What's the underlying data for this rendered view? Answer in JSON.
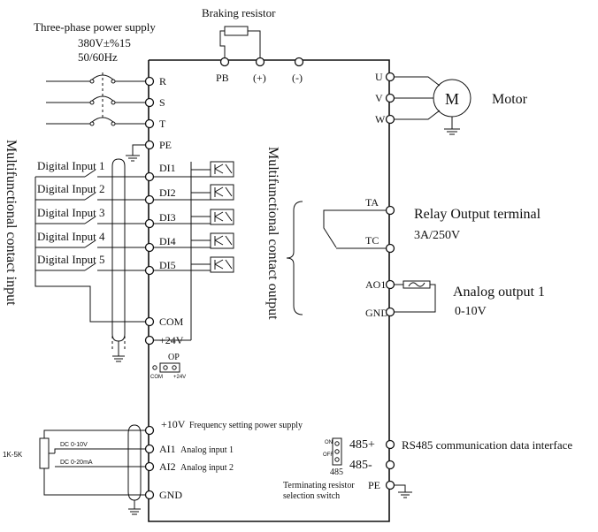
{
  "power": {
    "title": "Three-phase power supply",
    "voltage": "380V±%15",
    "frequency": "50/60Hz"
  },
  "braking": {
    "title": "Braking resistor",
    "pb": "PB",
    "plus": "(+)",
    "minus": "(-)"
  },
  "input_terminals": [
    "R",
    "S",
    "T",
    "PE"
  ],
  "motor": {
    "label": "Motor",
    "symbol": "M",
    "terminals": [
      "U",
      "V",
      "W"
    ]
  },
  "side_labels": {
    "left": "Multifunctional contact input",
    "middle": "Multifunctional contact output"
  },
  "digital_inputs": [
    {
      "label": "Digital Input 1",
      "terminal": "DI1"
    },
    {
      "label": "Digital Input 2",
      "terminal": "DI2"
    },
    {
      "label": "Digital Input 3",
      "terminal": "DI3"
    },
    {
      "label": "Digital Input 4",
      "terminal": "DI4"
    },
    {
      "label": "Digital Input 5",
      "terminal": "DI5"
    }
  ],
  "common": {
    "com": "COM",
    "v24": "+24V"
  },
  "jumper": {
    "label": "OP",
    "left": "COM",
    "right": "+24V"
  },
  "relay": {
    "ta": "TA",
    "tc": "TC",
    "title": "Relay  Output terminal",
    "rating": "3A/250V"
  },
  "analog_out": {
    "ao": "AO1",
    "gnd": "GND",
    "title": "Analog output  1",
    "range": "0-10V"
  },
  "analog_in": {
    "v10": "+10V",
    "v10_desc": "Frequency setting power supply",
    "ai1": "AI1",
    "ai1_desc": "Analog input 1",
    "ai2": "AI2",
    "ai2_desc": "Analog input 2",
    "gnd": "GND",
    "pot": "1K-5K",
    "dc_v": "DC  0-10V",
    "dc_ma": "DC  0-20mA"
  },
  "rs485": {
    "plus": "485+",
    "minus": "485-",
    "desc": "RS485 communication data interface",
    "on": "ON",
    "off": "OFF",
    "sw_label": "485",
    "pe": "PE",
    "switch_desc_1": "Terminating resistor",
    "switch_desc_2": "selection switch"
  }
}
